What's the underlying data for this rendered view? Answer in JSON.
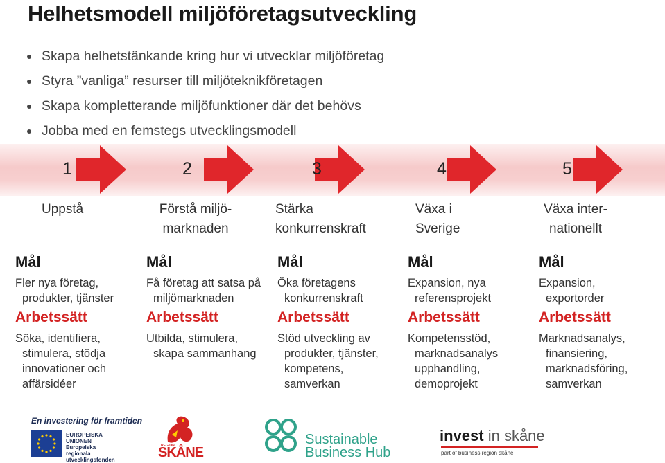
{
  "title": "Helhetsmodell miljöföretagsutveckling",
  "bullets": [
    "Skapa helhetstänkande kring hur vi utvecklar miljöföretag",
    "Styra ”vanliga” resurser till miljöteknikföretagen",
    "Skapa kompletterande miljöfunktioner där det behövs",
    "Jobba med en femstegs utvecklingsmodell"
  ],
  "steps": [
    {
      "number": "1",
      "name_line1": "Uppstå",
      "name_line2": ""
    },
    {
      "number": "2",
      "name_line1": "Förstå miljö-",
      "name_line2": "marknaden"
    },
    {
      "number": "3",
      "name_line1": "Stärka",
      "name_line2": "konkurrenskraft"
    },
    {
      "number": "4",
      "name_line1": "Växa i",
      "name_line2": "Sverige"
    },
    {
      "number": "5",
      "name_line1": "Växa inter-",
      "name_line2": "nationellt"
    }
  ],
  "columns": [
    {
      "mal_heading": "Mål",
      "mal_text": "Fler nya företag, produkter, tjänster",
      "arb_heading": "Arbetssätt",
      "arb_text": "Söka, identifiera, stimulera, stödja innovationer och affärsidéer"
    },
    {
      "mal_heading": "Mål",
      "mal_text": "Få företag att satsa på miljömarknaden",
      "arb_heading": "Arbetssätt",
      "arb_text": "Utbilda, stimulera, skapa sammanhang"
    },
    {
      "mal_heading": "Mål",
      "mal_text": "Öka företagens konkurrenskraft",
      "arb_heading": "Arbetssätt",
      "arb_text": "Stöd utveckling av produkter, tjänster, kompetens, samverkan"
    },
    {
      "mal_heading": "Mål",
      "mal_text": "Expansion, nya referensprojekt",
      "arb_heading": "Arbetssätt",
      "arb_text": "Kompetensstöd, marknadsanalys upphandling, demoprojekt"
    },
    {
      "mal_heading": "Mål",
      "mal_text": "Expansion, exportorder",
      "arb_heading": "Arbetssätt",
      "arb_text": "Marknadsanalys, finansiering, marknadsföring, samverkan"
    }
  ],
  "footer": {
    "eu_tagline": "En investering för framtiden",
    "eu_text_1": "EUROPEISKA",
    "eu_text_2": "UNIONEN",
    "eu_text_3": "Europeiska",
    "eu_text_4": "regionala",
    "eu_text_5": "utvecklingsfonden",
    "region_label": "REGION",
    "skane_label": "SKÅNE",
    "sbh_line1": "Sustainable",
    "sbh_line2": "Business Hub",
    "invest_bold": "invest",
    "invest_rest": " in skåne",
    "invest_tagline": "part of business region skåne"
  },
  "colors": {
    "arrow": "#e0262b",
    "arbetssatt": "#d32323",
    "band": "#f6caca",
    "sbh": "#2fa28a",
    "eu_blue": "#1c3f94",
    "eu_star": "#ffcc00"
  }
}
